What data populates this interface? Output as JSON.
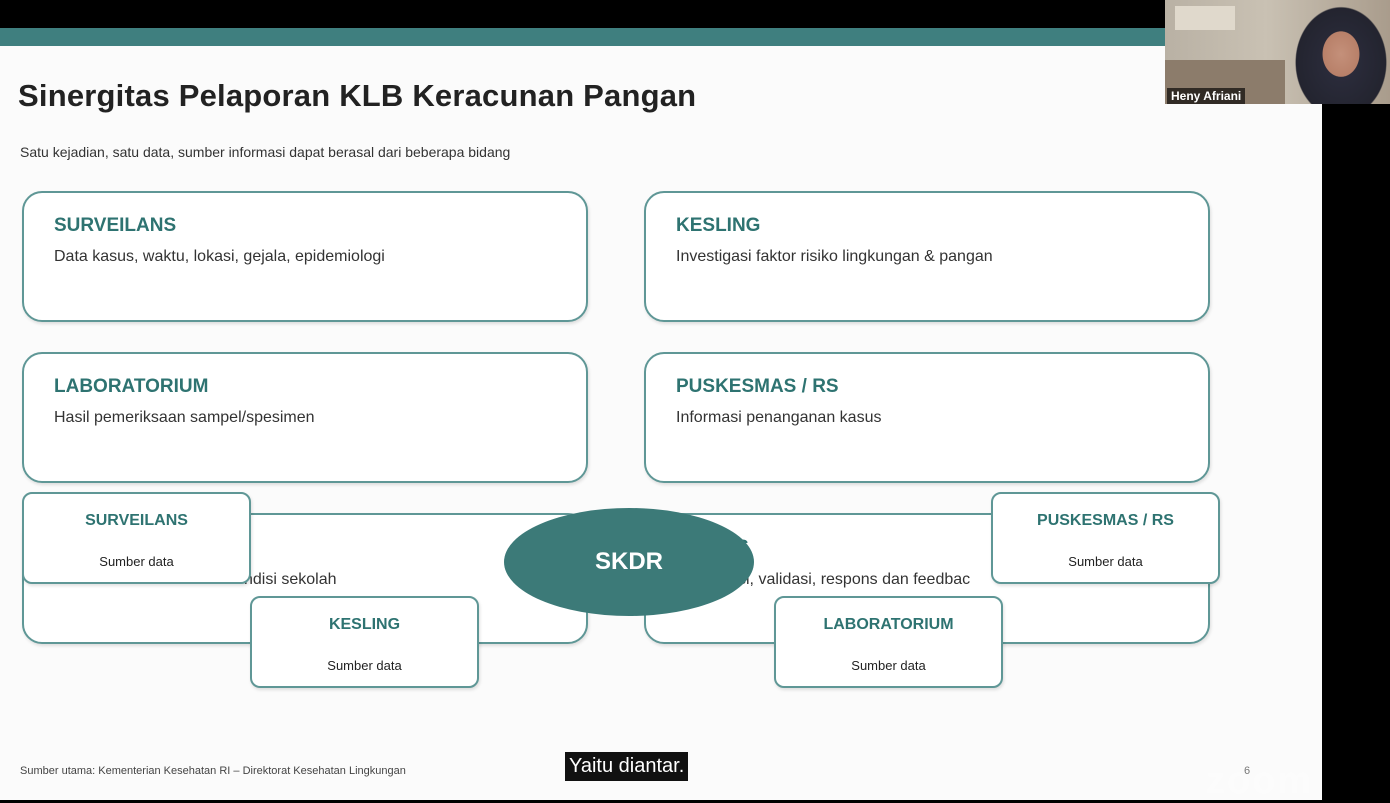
{
  "slide": {
    "title": "Sinergitas Pelaporan KLB Keracunan Pangan",
    "subtitle": "Satu kejadian, satu data, sumber informasi dapat berasal dari beberapa bidang",
    "big_cards": [
      {
        "heading": "SURVEILANS",
        "desc": "Data kasus, waktu, lokasi, gejala, epidemiologi"
      },
      {
        "heading": "KESLING",
        "desc": "Investigasi faktor risiko lingkungan & pangan"
      },
      {
        "heading": "LABORATORIUM",
        "desc": "Hasil pemeriksaan sampel/spesimen"
      },
      {
        "heading": "PUSKESMAS / RS",
        "desc": "Informasi penanganan kasus"
      },
      {
        "desc": "ndisi sekolah"
      },
      {
        "heading": "S",
        "desc": "si, validasi, respons dan feedbac"
      }
    ],
    "center_label": "SKDR",
    "small_cards": [
      {
        "heading": "SURVEILANS",
        "desc": "Sumber data"
      },
      {
        "heading": "KESLING",
        "desc": "Sumber data"
      },
      {
        "heading": "PUSKESMAS / RS",
        "desc": "Sumber data"
      },
      {
        "heading": "LABORATORIUM",
        "desc": "Sumber data"
      }
    ],
    "footer": "Sumber utama: Kementerian Kesehatan RI – Direktorat Kesehatan Lingkungan",
    "page_number": "6"
  },
  "caption": "Yaitu diantar.",
  "participant": {
    "name": "Heny Afriani"
  },
  "watermark": "zoom",
  "colors": {
    "accent": "#3f7f7f",
    "card_border": "#5f9796",
    "heading": "#2e7371",
    "skdr_fill": "#3c7a78"
  }
}
